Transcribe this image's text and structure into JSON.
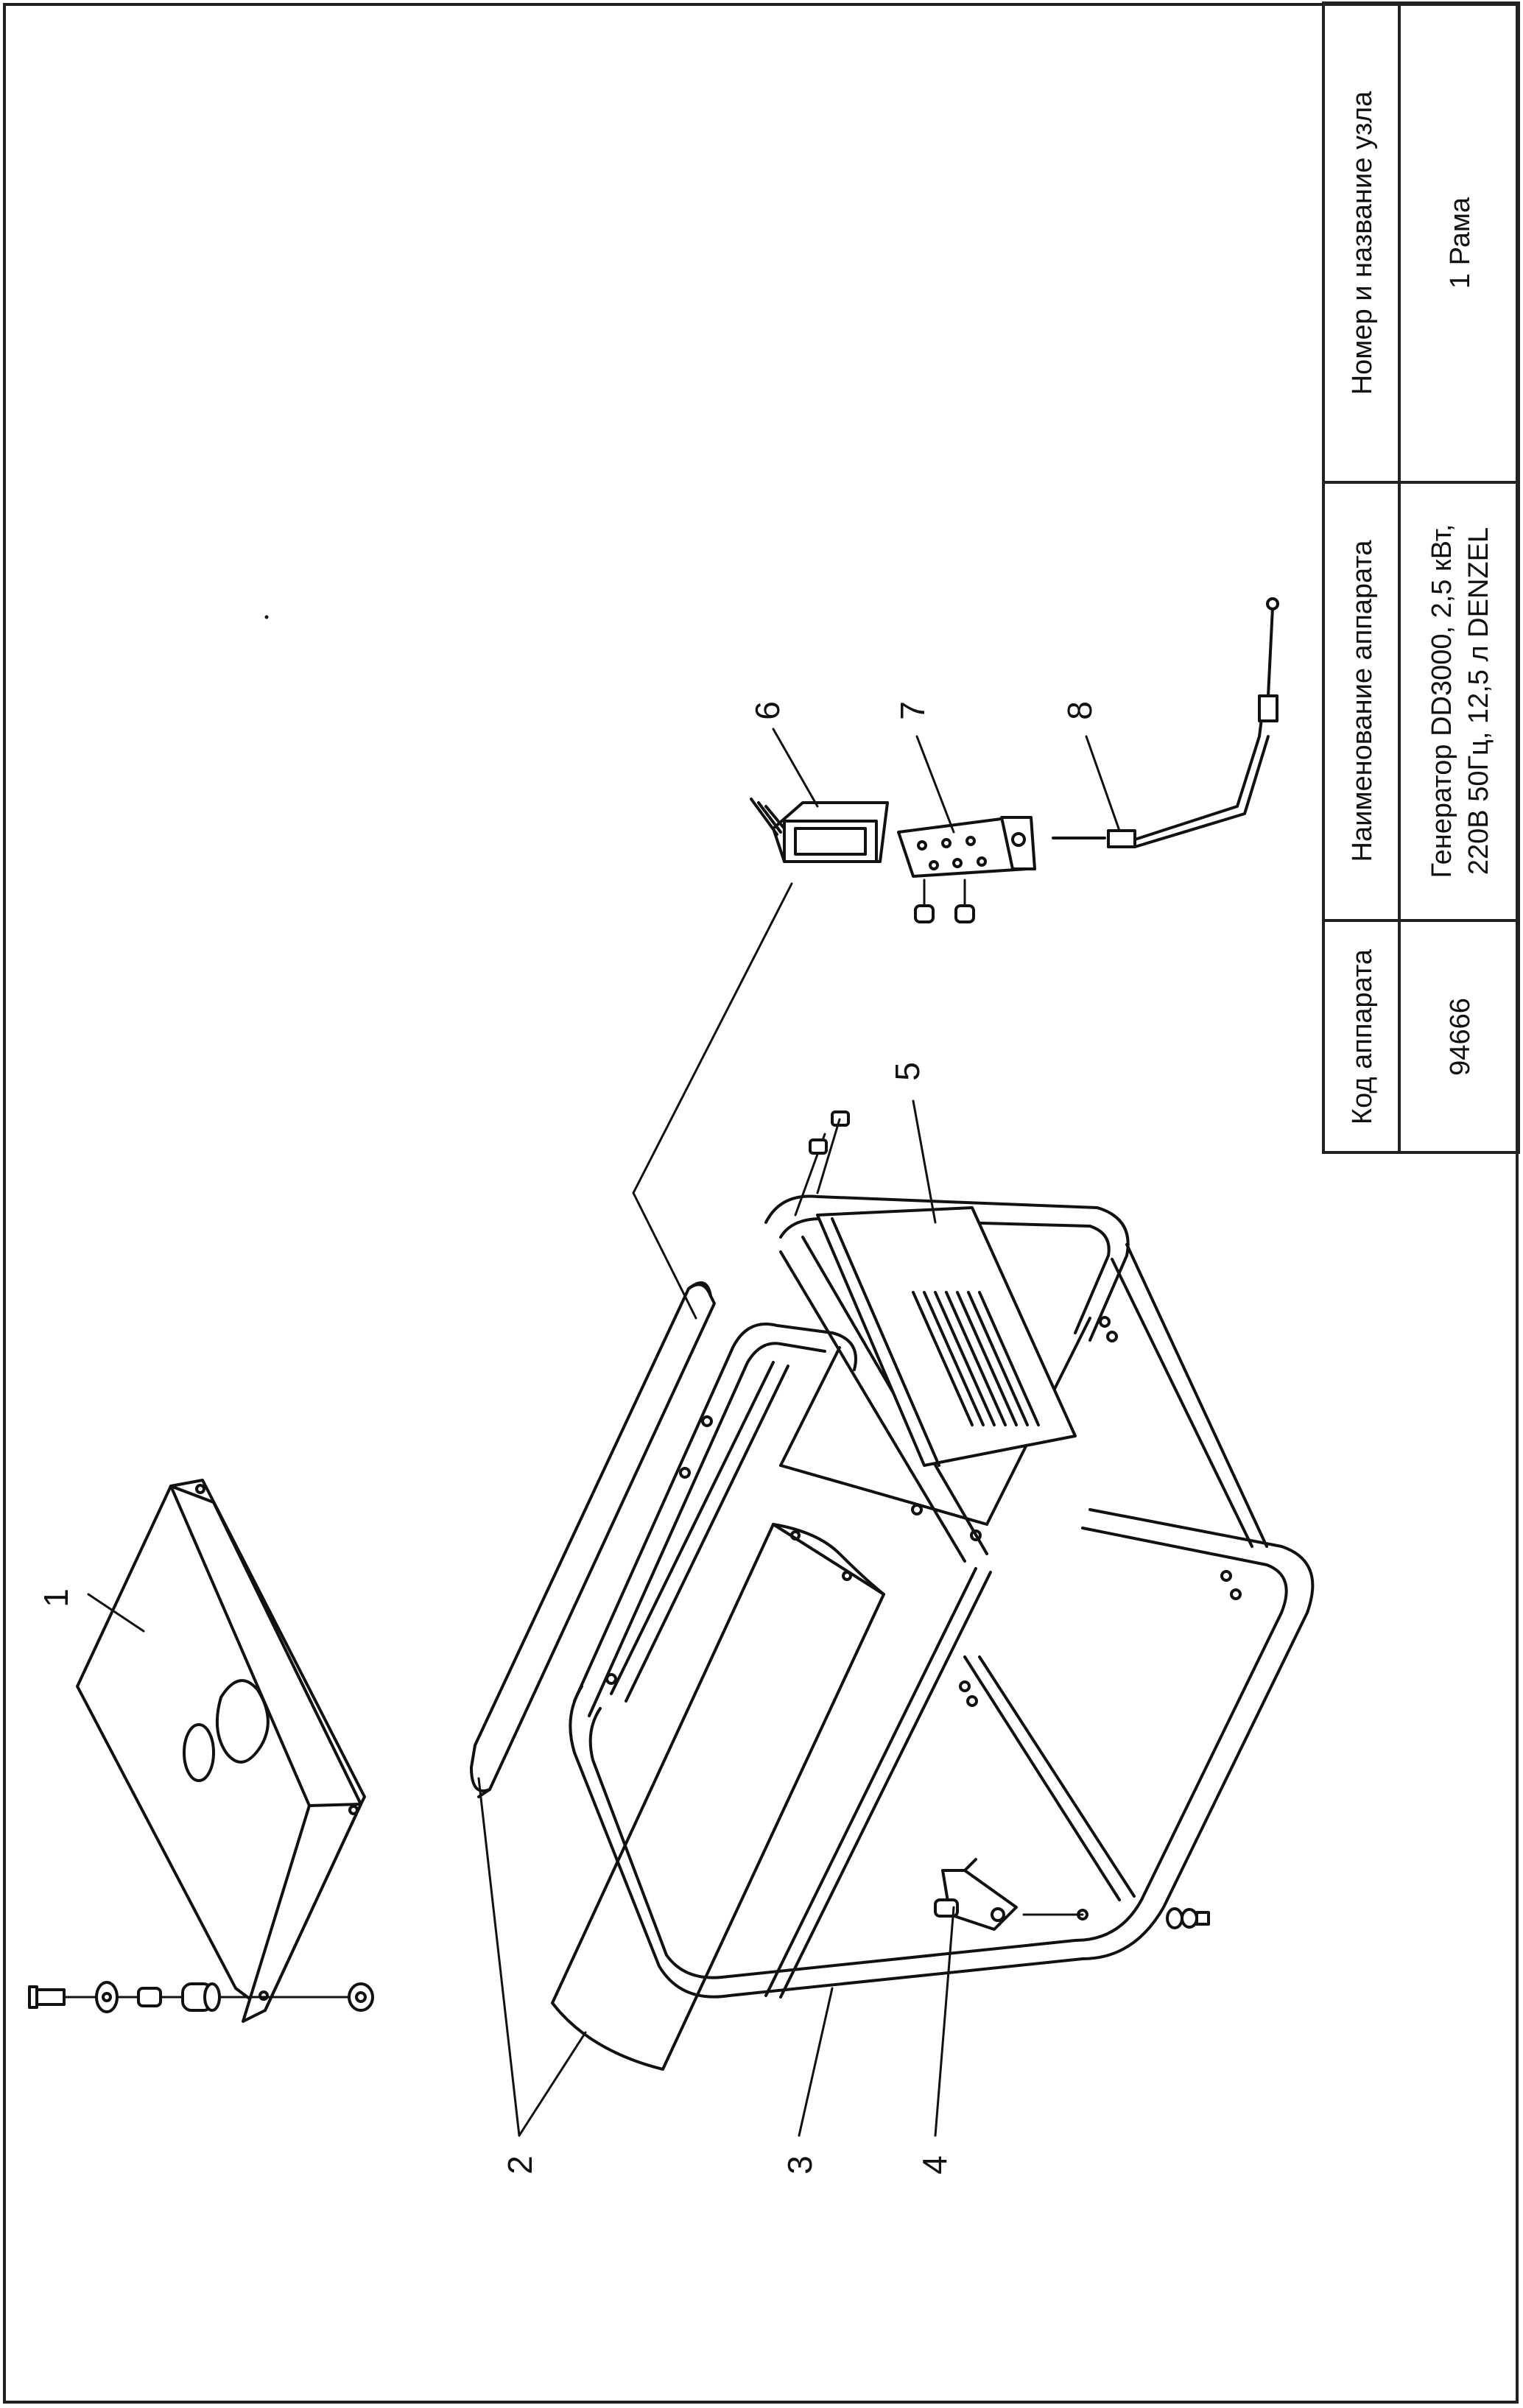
{
  "title_block": {
    "col_code": {
      "header": "Код аппарата",
      "value": "94666"
    },
    "col_device": {
      "header": "Наименование аппарата",
      "value_line1": "Генератор DD3000, 2,5 кВт,",
      "value_line2": "220В 50Гц, 12,5 л DENZEL"
    },
    "col_node": {
      "header": "Номер и название узла",
      "value": "1 Рама"
    }
  },
  "callouts": {
    "c1": "1",
    "c2": "2",
    "c3": "3",
    "c4": "4",
    "c5": "5",
    "c6": "6",
    "c7": "7",
    "c8": "8"
  }
}
